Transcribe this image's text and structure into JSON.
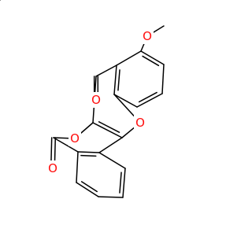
{
  "molecule": {
    "atoms": [
      {
        "id": "O_methoxy",
        "element": "O",
        "label": "O"
      },
      {
        "id": "O_ketone",
        "element": "O",
        "label": "O"
      },
      {
        "id": "O_ring_xanthone",
        "element": "O",
        "label": "O"
      },
      {
        "id": "O_ring_lactone",
        "element": "O",
        "label": "O"
      },
      {
        "id": "O_lactone_carbonyl",
        "element": "O",
        "label": "O"
      }
    ],
    "colors": {
      "bond": "#000000",
      "oxygen": "#ff0d0d",
      "background": "#ffffff"
    }
  }
}
